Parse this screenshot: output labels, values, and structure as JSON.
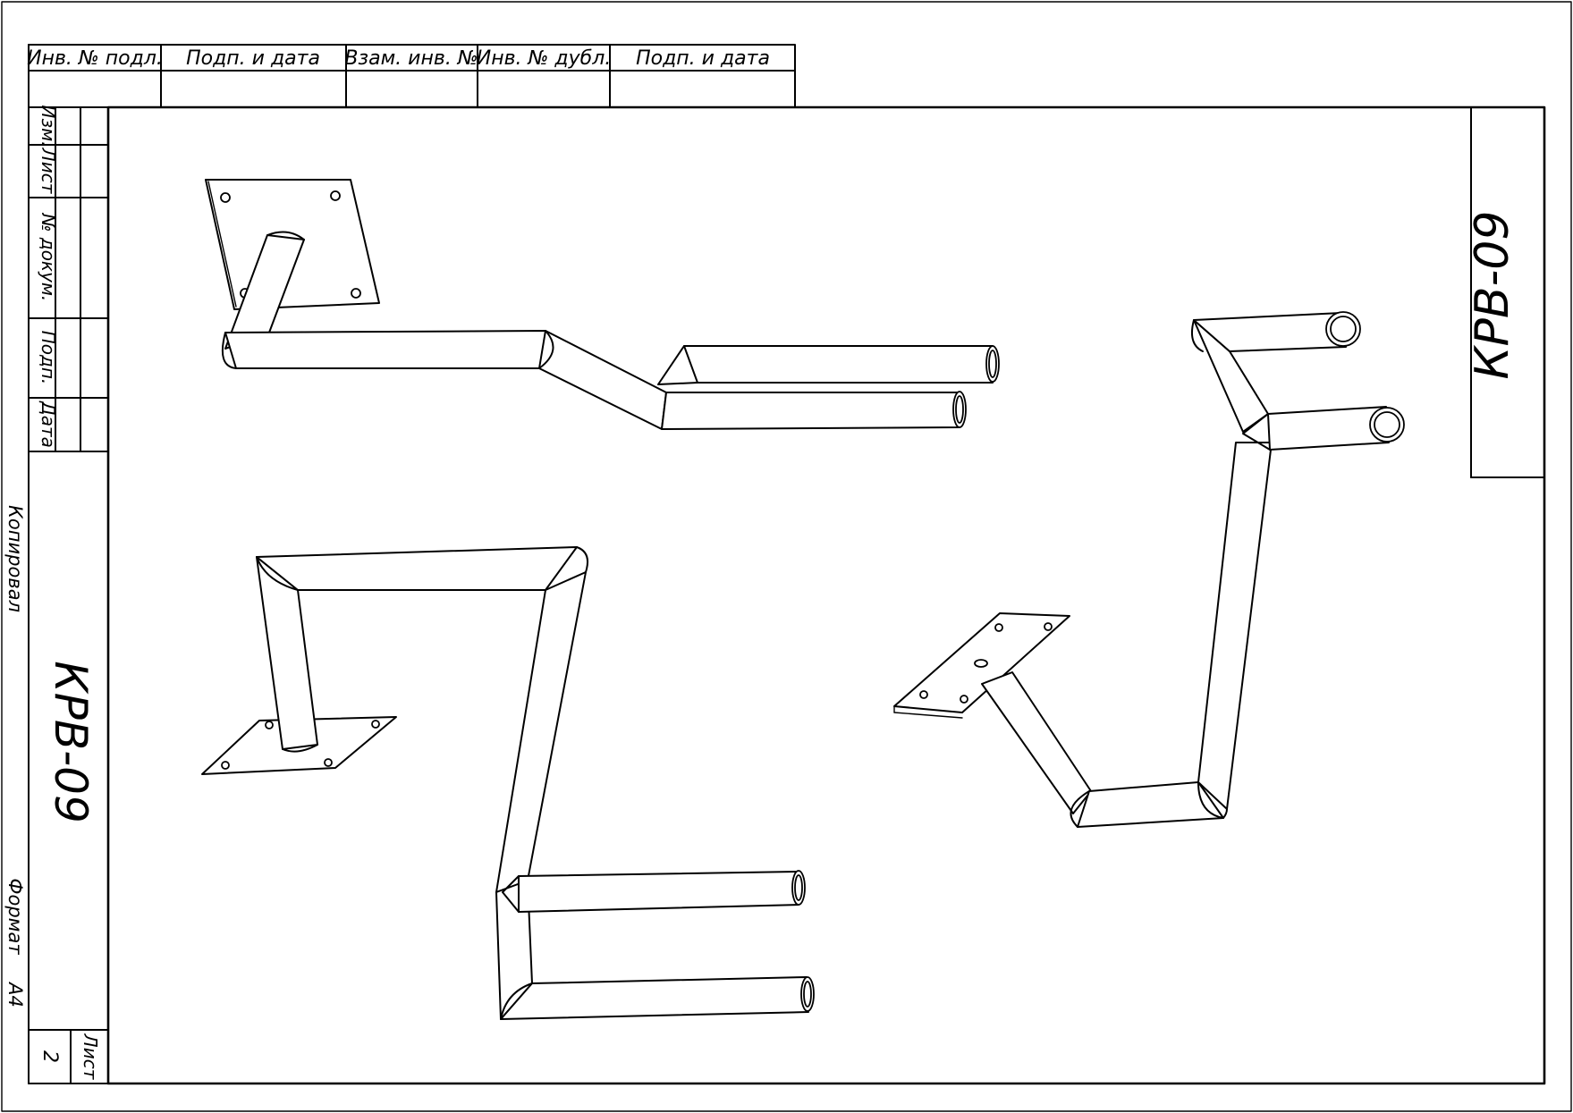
{
  "stamp_top": {
    "columns": [
      "Инв. № подл.",
      "Подп. и дата",
      "Взам. инв. №",
      "Инв. № дубл.",
      "Подп. и дата"
    ]
  },
  "stamp_left": {
    "labels": [
      "Изм.",
      "Лист",
      "№ докум.",
      "Подп.",
      "Дата"
    ],
    "designation": "КРВ-09",
    "sheet_label": "Лист",
    "sheet_number": "2"
  },
  "stamp_right": {
    "designation": "КРВ-09"
  },
  "margin": {
    "copied": "Копировал",
    "format_label": "Формат",
    "format_value": "А4"
  },
  "views": [
    {
      "name": "view-top-side"
    },
    {
      "name": "view-front"
    },
    {
      "name": "view-isometric"
    }
  ]
}
